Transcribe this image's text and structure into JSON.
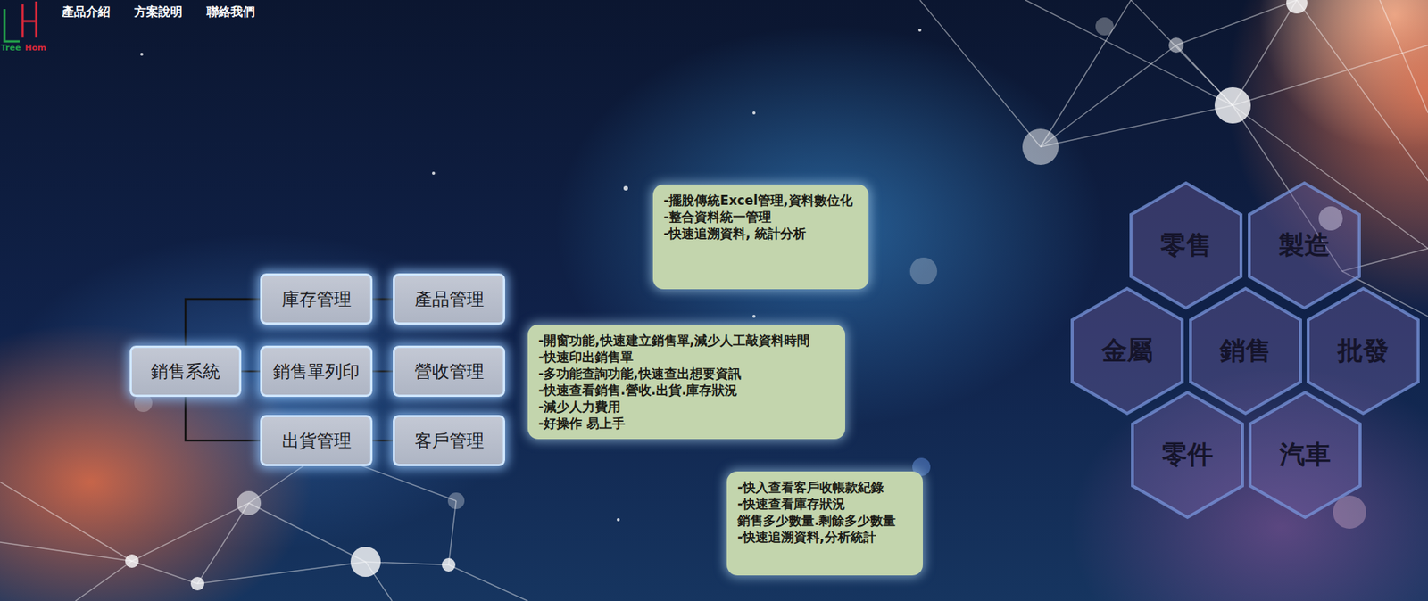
{
  "diagram": {
    "nodes": [
      {
        "text": [
          "銷售系統"
        ]
      },
      {
        "text": [
          "庫存管理"
        ]
      },
      {
        "text": [
          "產品管理"
        ]
      },
      {
        "text": [
          "銷售單列印"
        ]
      },
      {
        "text": [
          "營收管理"
        ]
      },
      {
        "text": [
          "出貨管理"
        ]
      },
      {
        "text": [
          "客戶管理"
        ]
      },
      {
        "text": [
          "-擺脫傳統Excel管理,資料數位化",
          "-整合資料統一管理",
          "-快速追溯資料, 統計分析"
        ]
      },
      {
        "text": [
          "-開窗功能,快速建立銷售單,減少人工敲資料時間",
          "-快速印出銷售單",
          "-多功能查詢功能,快速查出想要資訊",
          "-快速查看銷售.營收.出貨.庫存狀況",
          "-減少人力費用",
          "-好操作 易上手"
        ]
      },
      {
        "text": [
          "-快入查看客戶收帳款紀錄",
          "-快速查看庫存狀況",
          "銷售多少數量.剩餘多少數量",
          "-快速追溯資料,分析統計"
        ]
      },
      {
        "text": [
          "零售"
        ]
      },
      {
        "text": [
          "製造"
        ]
      },
      {
        "text": [
          "金屬"
        ]
      },
      {
        "text": [
          "銷售"
        ]
      },
      {
        "text": [
          "批發"
        ]
      },
      {
        "text": [
          "零件"
        ]
      },
      {
        "text": [
          "汽車"
        ]
      }
    ],
    "edges": [
      {
        "from": 0,
        "to": 1,
        "arrow": "none"
      },
      {
        "from": 0,
        "to": 3,
        "arrow": "none"
      },
      {
        "from": 0,
        "to": 5,
        "arrow": "none"
      },
      {
        "from": 1,
        "to": 2,
        "arrow": "none"
      },
      {
        "from": 3,
        "to": 4,
        "arrow": "none"
      },
      {
        "from": 5,
        "to": 6,
        "arrow": "none"
      }
    ],
    "labels": [
      "產品介紹",
      "方案說明",
      "聯絡我們",
      "Tree",
      "Hom"
    ]
  }
}
